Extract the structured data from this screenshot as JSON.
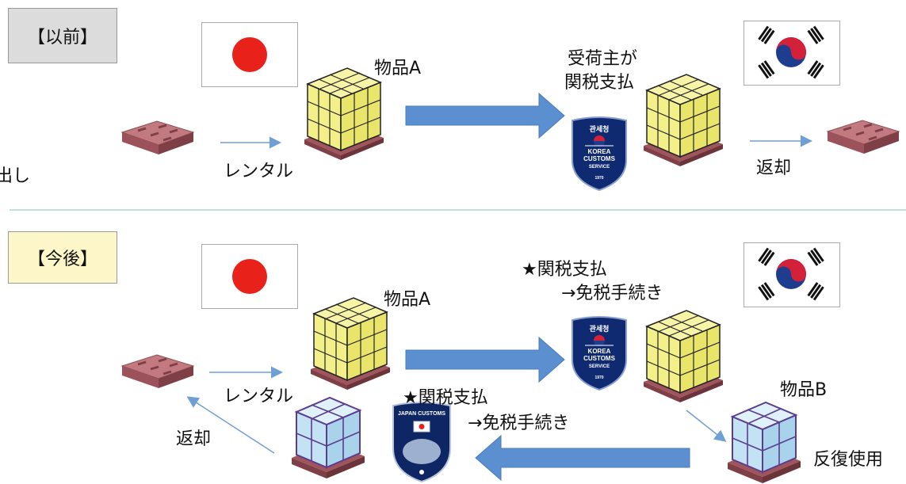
{
  "before": {
    "tag": "【以前】",
    "item_label": "物品A",
    "duty_line1": "受荷主が",
    "duty_line2": "関税支払",
    "rental_label": "レンタル",
    "return_label": "返却",
    "cut_text": "出し"
  },
  "after": {
    "tag": "【今後】",
    "item_a_label": "物品A",
    "item_b_label": "物品B",
    "korea_note_line1": "★関税支払",
    "korea_note_line2": "→免税手続き",
    "japan_note_line1": "★関税支払",
    "japan_note_line2": "→免税手続き",
    "rental_label": "レンタル",
    "return_label": "返却",
    "reuse_label": "反復使用"
  },
  "badges": {
    "korea": {
      "hangul": "관세청",
      "line1": "KOREA",
      "line2": "CUSTOMS",
      "line3": "SERVICE",
      "year": "1970"
    },
    "japan": {
      "title": "JAPAN CUSTOMS"
    }
  },
  "colors": {
    "block_arrow": "#5b8fd0",
    "thin_arrow": "#6f9fd4",
    "pallet": "#b56d73",
    "yellow_box": "#f3f08a",
    "blue_box": "#c3e3f4",
    "japan_red": "#e8221b",
    "korea_red": "#d3213a",
    "korea_blue": "#1e3d8f",
    "badge_navy": "#102a72"
  }
}
